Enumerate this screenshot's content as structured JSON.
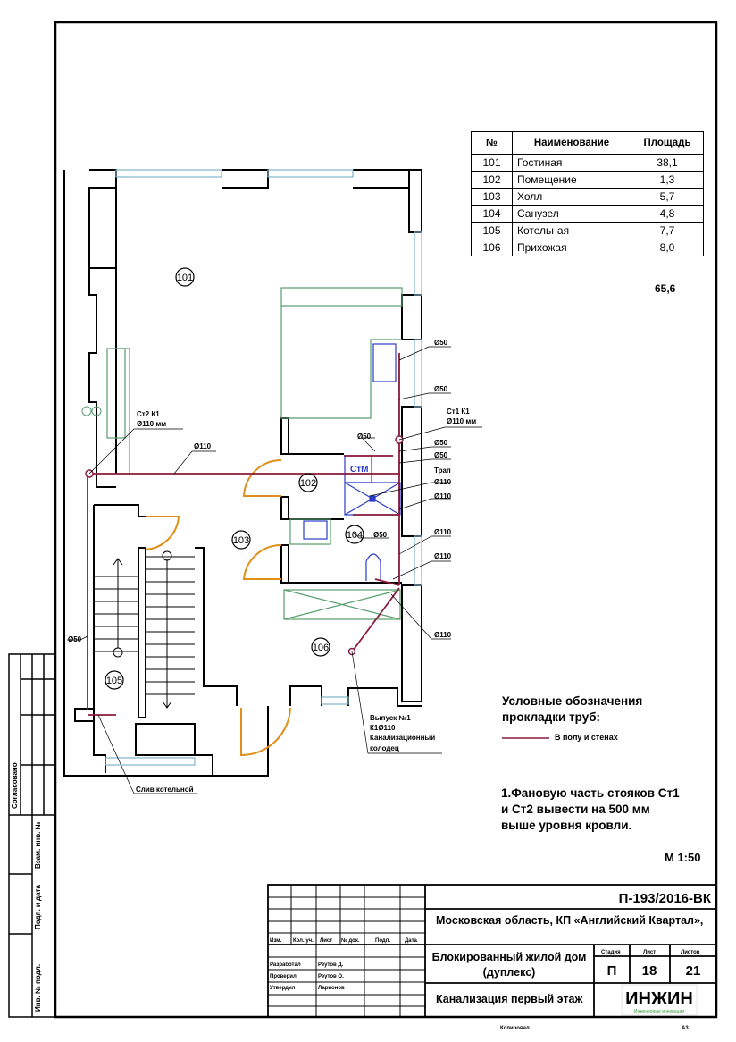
{
  "rooms_table": {
    "headers": [
      "№",
      "Наименование",
      "Площадь"
    ],
    "rows": [
      {
        "no": "101",
        "name": "Гостиная",
        "area": "38,1"
      },
      {
        "no": "102",
        "name": "Помещение",
        "area": "1,3"
      },
      {
        "no": "103",
        "name": "Холл",
        "area": "5,7"
      },
      {
        "no": "104",
        "name": "Санузел",
        "area": "4,8"
      },
      {
        "no": "105",
        "name": "Котельная",
        "area": "7,7"
      },
      {
        "no": "106",
        "name": "Прихожая",
        "area": "8,0"
      }
    ],
    "total": "65,6"
  },
  "plan": {
    "room_tags": [
      "101",
      "102",
      "103",
      "104",
      "105",
      "106"
    ],
    "riser_st2": [
      "Ст2 К1",
      "Ø110 мм"
    ],
    "riser_st1": [
      "Ст1 К1",
      "Ø110 мм"
    ],
    "pipe_labels": {
      "main": "Ø110",
      "d50_a": "Ø50",
      "d50_b": "Ø50",
      "d50_c": "Ø50",
      "d50_d": "Ø50",
      "d50_e": "Ø50",
      "d50_f": "Ø50",
      "d50_left": "Ø50",
      "trap": "Трап",
      "d110_a": "Ø110",
      "d110_b": "Ø110",
      "d110_c": "Ø110",
      "d110_d": "Ø110",
      "d110_e": "Ø110"
    },
    "fixture_label": "СтМ",
    "outlet": [
      "Выпуск №1",
      "К1Ø110",
      "Канализационный",
      "колодец"
    ],
    "boiler_drain": "Слив котельной"
  },
  "legend": {
    "title_line1": "Условные обозначения",
    "title_line2": "прокладки труб:",
    "item": "В полу и стенах",
    "pipe_color": "#8b1a3a"
  },
  "note": [
    "1.Фановую часть стояков Ст1",
    "и Ст2 вывести на 500 мм",
    "выше уровня кровли."
  ],
  "scale": "М 1:50",
  "title_block": {
    "code": "П-193/2016-ВК",
    "location": "Московская область, КП «Английский Квартал»,",
    "building": [
      "Блокированный жилой дом",
      "(дуплекс)"
    ],
    "sheet_title": "Канализация первый этаж",
    "col_headers": [
      "Изм.",
      "Кол. уч.",
      "Лист",
      "№ док.",
      "Подп.",
      "Дата"
    ],
    "roles": [
      {
        "role": "Разработал",
        "name": "Реутов Д."
      },
      {
        "role": "Проверил",
        "name": "Реутов О."
      },
      {
        "role": "Утвердил",
        "name": "Ларионов"
      }
    ],
    "stage_label": "Стадия",
    "sheet_label": "Лист",
    "sheets_label": "Листов",
    "stage": "П",
    "sheet": "18",
    "sheets": "21",
    "logo": "ИНЖИН",
    "logo_sub": "Инженерные инновации",
    "copied": "Копировал",
    "format": "А3"
  },
  "side_stamp": {
    "agreed": "Согласовано",
    "inv_replace": "Взам. инв. №",
    "sign_date": "Подп. и дата",
    "inv_orig": "Инв. № подл."
  }
}
